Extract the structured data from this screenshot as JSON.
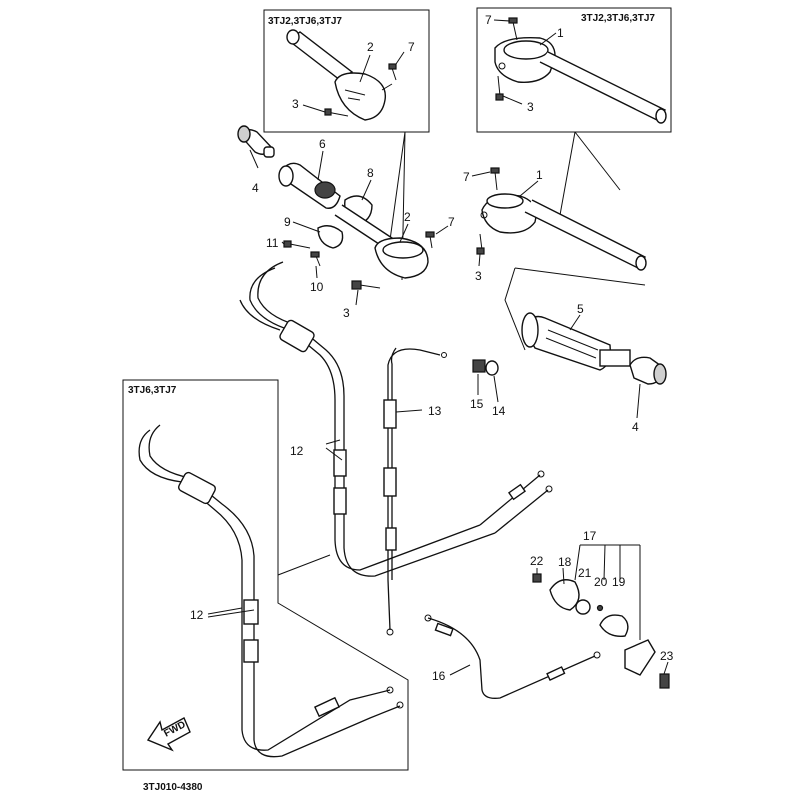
{
  "diagram": {
    "code": "3TJ010-4380",
    "fwd_label": "FWD",
    "insets": [
      {
        "id": "inset-top-left",
        "label": "3TJ2,3TJ6,3TJ7"
      },
      {
        "id": "inset-top-right",
        "label": "3TJ2,3TJ6,3TJ7"
      },
      {
        "id": "inset-bottom-left",
        "label": "3TJ6,3TJ7"
      }
    ],
    "callouts": [
      {
        "id": "c-2a",
        "text": "2"
      },
      {
        "id": "c-7a",
        "text": "7"
      },
      {
        "id": "c-3a",
        "text": "3"
      },
      {
        "id": "c-7b",
        "text": "7"
      },
      {
        "id": "c-1a",
        "text": "1"
      },
      {
        "id": "c-3b",
        "text": "3"
      },
      {
        "id": "c-6",
        "text": "6"
      },
      {
        "id": "c-4a",
        "text": "4"
      },
      {
        "id": "c-8",
        "text": "8"
      },
      {
        "id": "c-9",
        "text": "9"
      },
      {
        "id": "c-2b",
        "text": "2"
      },
      {
        "id": "c-7c",
        "text": "7"
      },
      {
        "id": "c-11",
        "text": "11"
      },
      {
        "id": "c-10",
        "text": "10"
      },
      {
        "id": "c-3c",
        "text": "3"
      },
      {
        "id": "c-7d",
        "text": "7"
      },
      {
        "id": "c-1b",
        "text": "1"
      },
      {
        "id": "c-3d",
        "text": "3"
      },
      {
        "id": "c-5",
        "text": "5"
      },
      {
        "id": "c-4b",
        "text": "4"
      },
      {
        "id": "c-15",
        "text": "15"
      },
      {
        "id": "c-14",
        "text": "14"
      },
      {
        "id": "c-13",
        "text": "13"
      },
      {
        "id": "c-12a",
        "text": "12"
      },
      {
        "id": "c-12b",
        "text": "12"
      },
      {
        "id": "c-17",
        "text": "17"
      },
      {
        "id": "c-22",
        "text": "22"
      },
      {
        "id": "c-18",
        "text": "18"
      },
      {
        "id": "c-21",
        "text": "21"
      },
      {
        "id": "c-20",
        "text": "20"
      },
      {
        "id": "c-19",
        "text": "19"
      },
      {
        "id": "c-16",
        "text": "16"
      },
      {
        "id": "c-23",
        "text": "23"
      }
    ]
  }
}
